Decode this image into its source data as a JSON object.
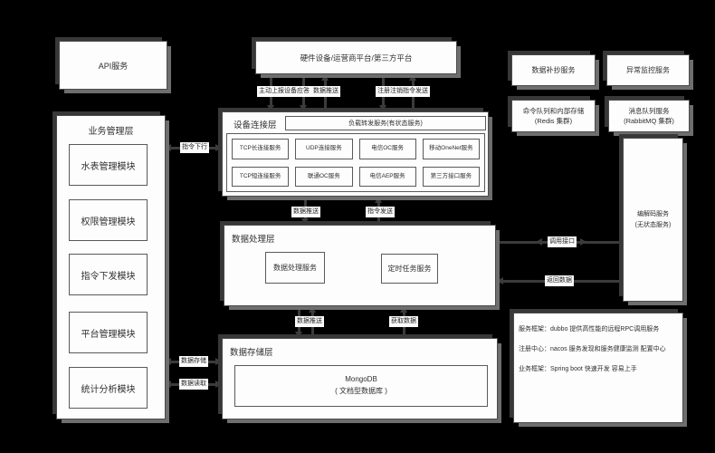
{
  "colors": {
    "background": "#000000",
    "box_fill": "#fdfdfd",
    "box_border": "#4a4a4a",
    "shadow_dark": "#383838",
    "shadow_light": "#6e6e6e",
    "connector": "#3b3b3b",
    "text": "#2f2f2f"
  },
  "api_box": {
    "label": "API服务"
  },
  "external_box": {
    "label": "硬件设备/运营商平台/第三方平台"
  },
  "business_layer": {
    "title": "业务管理层",
    "modules": [
      "水表管理模块",
      "权限管理模块",
      "指令下发模块",
      "平台管理模块",
      "统计分析模块"
    ]
  },
  "connection_layer": {
    "title": "设备连接层",
    "load_balancer": "负载转发服务(有状态服务)",
    "services": [
      "TCP长连接服务",
      "UDP连接服务",
      "电信OC服务",
      "移动OneNet服务",
      "TCP短连接服务",
      "联通OC服务",
      "电信AEP服务",
      "第三方接口服务"
    ]
  },
  "processing_layer": {
    "title": "数据处理层",
    "services": [
      "数据处理服务",
      "定时任务服务"
    ]
  },
  "storage_layer": {
    "title": "数据存储层",
    "database": {
      "name": "MongoDB",
      "type": "( 文档型数据库 )"
    }
  },
  "right_panel": {
    "data_rebroadcast": "数据补抄服务",
    "anomaly_monitor": "异常监控服务",
    "redis": {
      "line1": "命令队列和内部存储",
      "line2": "(Redis 集群)"
    },
    "rabbitmq": {
      "line1": "消息队列服务",
      "line2": "(RabbitMQ 集群)"
    },
    "codec": {
      "line1": "编解码服务",
      "line2": "(无状态服务)"
    },
    "framework_notes": [
      "服务框架：dubbo 提供高性能的远程RPC调用服务",
      "注册中心：nacos 服务发现和服务健康监测 配置中心",
      "业务框架：Spring boot 快速开发 容易上手"
    ]
  },
  "flow_labels": {
    "report_ack": "主动上报设备应答",
    "data_push_top": "数据推送",
    "register_cmd": "注册注销指令发送",
    "cmd_downlink": "指令下行",
    "data_push_mid": "数据推送",
    "cmd_send": "指令发送",
    "data_push_bottom": "数据推送",
    "fetch_data": "获取数据",
    "data_store": "数据存储",
    "data_read": "数据读取",
    "call_interface": "调用接口",
    "return_data": "返回数据"
  }
}
